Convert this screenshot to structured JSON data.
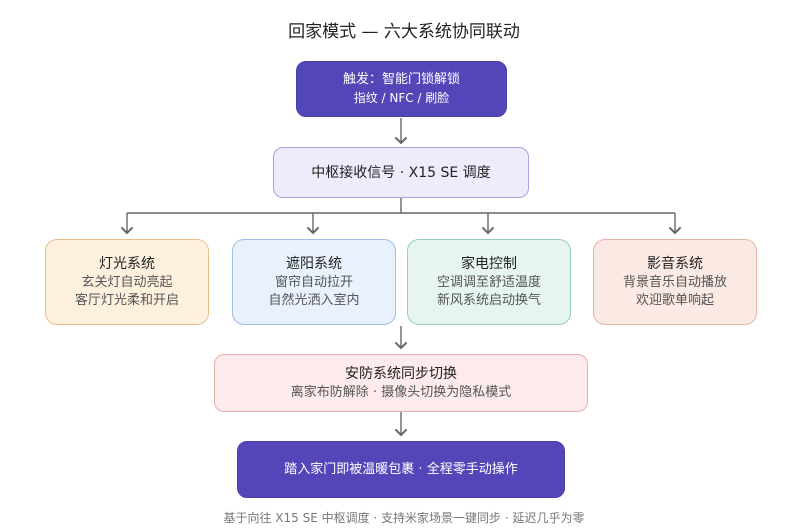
{
  "title": "回家模式 — 六大系统协同联动",
  "trigger": {
    "line1": "触发：智能门锁解锁",
    "line2": "指纹 / NFC / 刷脸"
  },
  "hub": {
    "label": "中枢接收信号 · X15 SE 调度"
  },
  "systems": [
    {
      "name": "灯光系统",
      "line1": "玄关灯自动亮起",
      "line2": "客厅灯光柔和开启"
    },
    {
      "name": "遮阳系统",
      "line1": "窗帘自动拉开",
      "line2": "自然光洒入室内"
    },
    {
      "name": "家电控制",
      "line1": "空调调至舒适温度",
      "line2": "新风系统启动换气"
    },
    {
      "name": "影音系统",
      "line1": "背景音乐自动播放",
      "line2": "欢迎歌单响起"
    }
  ],
  "security": {
    "name": "安防系统同步切换",
    "line1": "离家布防解除 · 摄像头切换为隐私模式"
  },
  "result": {
    "label": "踏入家门即被温暖包裹 · 全程零手动操作"
  },
  "footer": "基于向往 X15 SE 中枢调度 · 支持米家场景一键同步 · 延迟几乎为零",
  "colors": {
    "primary": "#5346b8",
    "connector": "#666666"
  }
}
